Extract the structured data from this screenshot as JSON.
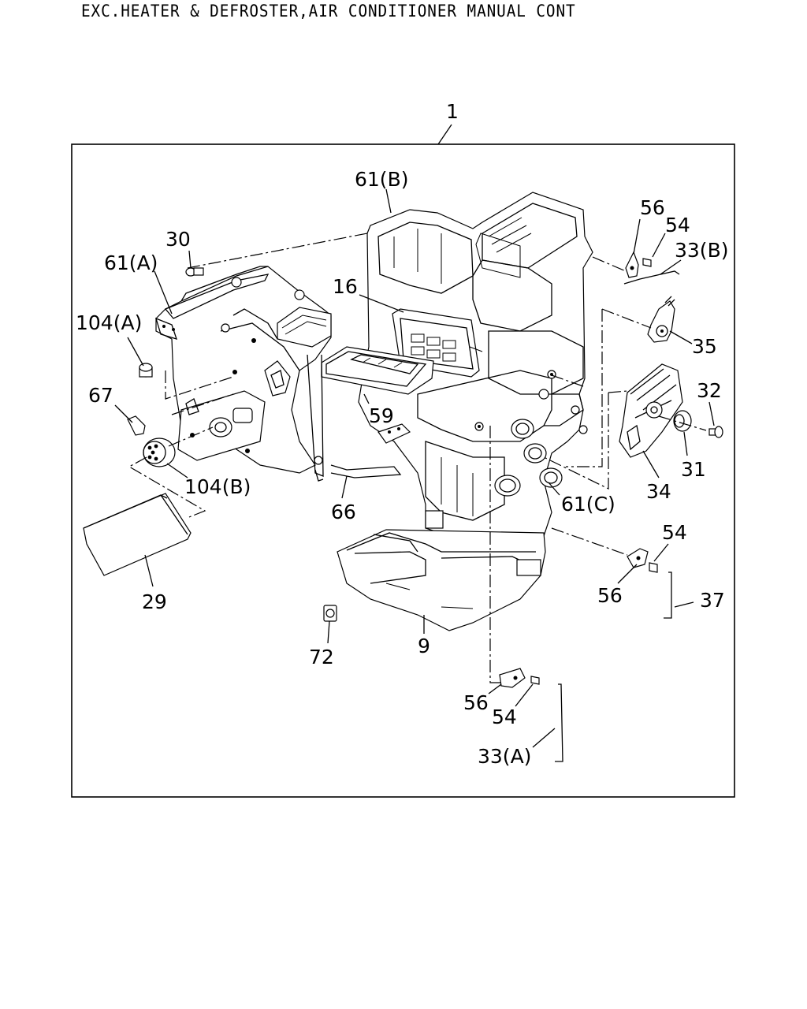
{
  "title": "EXC.HEATER & DEFROSTER,AIR CONDITIONER MANUAL CONT",
  "assembly_label": "1",
  "parts": [
    {
      "id": "p61b",
      "label": "61(B)"
    },
    {
      "id": "p56a",
      "label": "56"
    },
    {
      "id": "p54a",
      "label": "54"
    },
    {
      "id": "p33b",
      "label": "33(B)"
    },
    {
      "id": "p30",
      "label": "30"
    },
    {
      "id": "p61a",
      "label": "61(A)"
    },
    {
      "id": "p16",
      "label": "16"
    },
    {
      "id": "p35",
      "label": "35"
    },
    {
      "id": "p104a",
      "label": "104(A)"
    },
    {
      "id": "p32",
      "label": "32"
    },
    {
      "id": "p67",
      "label": "67"
    },
    {
      "id": "p59",
      "label": "59"
    },
    {
      "id": "p31",
      "label": "31"
    },
    {
      "id": "p104b",
      "label": "104(B)"
    },
    {
      "id": "p34",
      "label": "34"
    },
    {
      "id": "p61c",
      "label": "61(C)"
    },
    {
      "id": "p66",
      "label": "66"
    },
    {
      "id": "p54b",
      "label": "54"
    },
    {
      "id": "p56b",
      "label": "56"
    },
    {
      "id": "p37",
      "label": "37"
    },
    {
      "id": "p29",
      "label": "29"
    },
    {
      "id": "p72",
      "label": "72"
    },
    {
      "id": "p9",
      "label": "9"
    },
    {
      "id": "p56c",
      "label": "56"
    },
    {
      "id": "p54c",
      "label": "54"
    },
    {
      "id": "p33a",
      "label": "33(A)"
    }
  ]
}
